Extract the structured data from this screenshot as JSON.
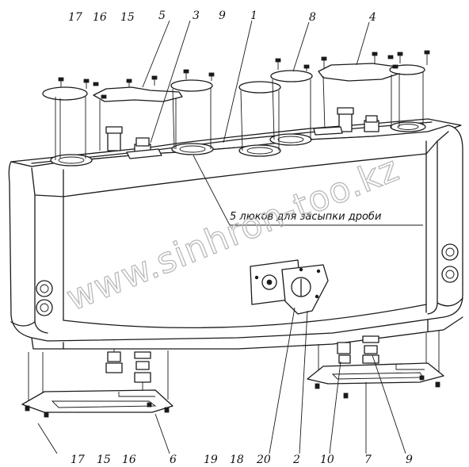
{
  "top_callouts": [
    "17",
    "16",
    "15",
    "5",
    "3",
    "9",
    "1",
    "8",
    "4"
  ],
  "bottom_callouts": [
    "17",
    "15",
    "16",
    "6",
    "19",
    "18",
    "20",
    "2",
    "10",
    "7",
    "9"
  ],
  "annotation": "5 люков для засыпки дроби",
  "watermark": "www.sinhron-too.kz"
}
